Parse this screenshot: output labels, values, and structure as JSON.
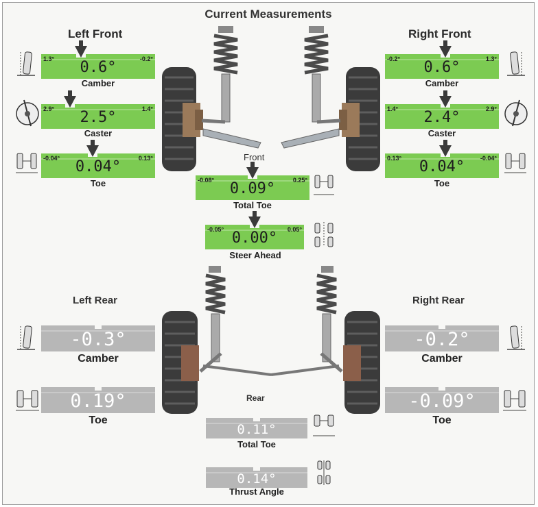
{
  "title": "Current Measurements",
  "front": {
    "label": "Front",
    "left_title": "Left Front",
    "right_title": "Right Front",
    "left": {
      "camber": {
        "label": "Camber",
        "value": "0.6°",
        "min": "1.3°",
        "max": "-0.2°",
        "level": 0.35
      },
      "caster": {
        "label": "Caster",
        "value": "2.5°",
        "min": "2.9°",
        "max": "1.4°",
        "level": 0.25
      },
      "toe": {
        "label": "Toe",
        "value": "0.04°",
        "min": "-0.04°",
        "max": "0.13°",
        "level": 0.45
      }
    },
    "right": {
      "camber": {
        "label": "Camber",
        "value": "0.6°",
        "min": "-0.2°",
        "max": "1.3°",
        "level": 0.53
      },
      "caster": {
        "label": "Caster",
        "value": "2.4°",
        "min": "1.4°",
        "max": "2.9°",
        "level": 0.53
      },
      "toe": {
        "label": "Toe",
        "value": "0.04°",
        "min": "0.13°",
        "max": "-0.04°",
        "level": 0.53
      }
    },
    "total_toe": {
      "label": "Total Toe",
      "value": "0.09°",
      "min": "-0.08°",
      "max": "0.25°",
      "level": 0.5
    },
    "steer_ahead": {
      "label": "Steer Ahead",
      "value": "0.00°",
      "min": "-0.05°",
      "max": "0.05°",
      "level": 0.5
    }
  },
  "rear": {
    "label": "Rear",
    "left_title": "Left Rear",
    "right_title": "Right Rear",
    "left": {
      "camber": {
        "label": "Camber",
        "value": "-0.3°"
      },
      "toe": {
        "label": "Toe",
        "value": "0.19°"
      }
    },
    "right": {
      "camber": {
        "label": "Camber",
        "value": "-0.2°"
      },
      "toe": {
        "label": "Toe",
        "value": "-0.09°"
      }
    },
    "total_toe": {
      "label": "Total Toe",
      "value": "0.11°"
    },
    "thrust_angle": {
      "label": "Thrust Angle",
      "value": "0.14°"
    }
  },
  "colors": {
    "in_spec_green": "#7ccb52",
    "no_spec_gray": "#b7b7b7",
    "pointer": "#3a3a3a",
    "text": "#222222"
  },
  "icons": [
    "camber-wheel-icon",
    "caster-wheel-icon",
    "toe-wheel-icon",
    "total-toe-car-icon",
    "steer-ahead-car-icon",
    "thrust-angle-car-icon",
    "front-suspension-illustration",
    "rear-suspension-illustration"
  ]
}
